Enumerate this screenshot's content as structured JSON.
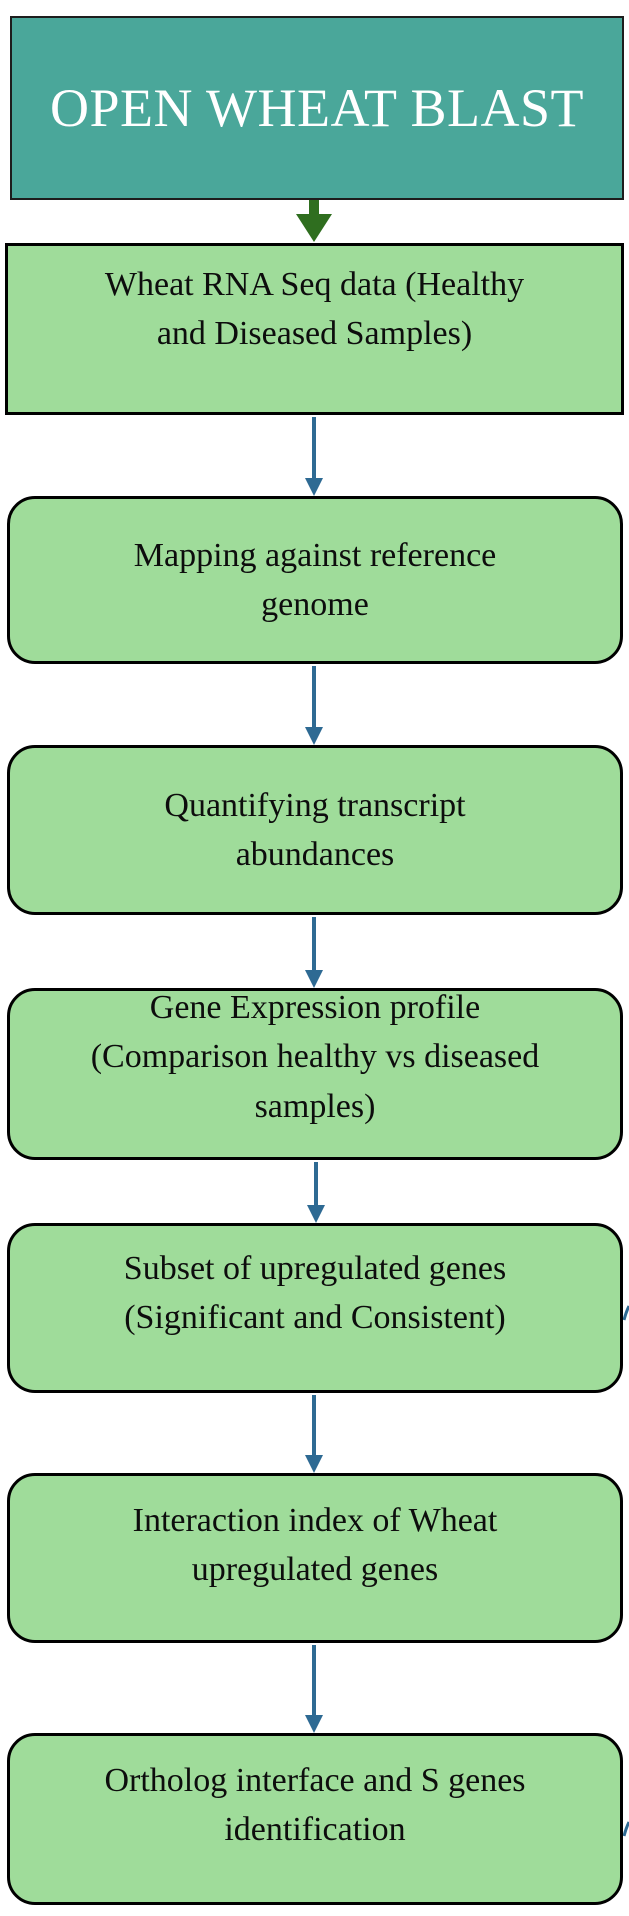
{
  "title": "OPEN WHEAT BLAST",
  "steps": [
    "Wheat RNA Seq data (Healthy\nand Diseased Samples)",
    "Mapping against reference\ngenome",
    "Quantifying transcript\nabundances",
    "Gene Expression profile\n(Comparison healthy vs diseased\nsamples)",
    "Subset of upregulated genes\n(Significant and Consistent)",
    "Interaction index of Wheat\nupregulated genes",
    "Ortholog interface and S genes\nidentification"
  ],
  "colors": {
    "title_fill": "#4aa79a",
    "step_fill": "#9fdc9a",
    "first_arrow": "#2f6e1f",
    "arrow": "#2e6a93"
  }
}
